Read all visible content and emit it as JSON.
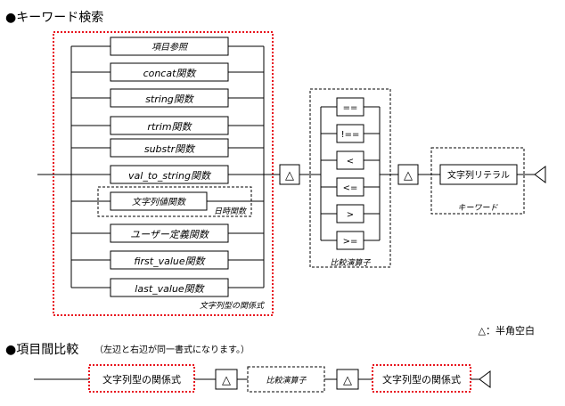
{
  "sections": {
    "keyword_title": "●キーワード検索",
    "compare_title": "●項目間比較",
    "compare_note": "（左辺と右辺が同一書式になります。）"
  },
  "functions": [
    "項目参照",
    "concat関数",
    "string関数",
    "rtrim関数",
    "substr関数",
    "val_to_string関数",
    "文字列値関数",
    "ユーザー定義関数",
    "first_value関数",
    "last_value関数"
  ],
  "datetime_group_label": "日時関数",
  "string_expression_label": "文字列型の関係式",
  "space_symbol": "△",
  "operators": [
    "==",
    "!==",
    "<",
    "<=",
    ">",
    ">="
  ],
  "operators_label": "比較演算子",
  "literal_label": "文字列リテラル",
  "keyword_label": "キーワード",
  "legend": "△：半角空白",
  "compare": {
    "left": "文字列型の関係式",
    "middle": "比較演算子",
    "right": "文字列型の関係式"
  }
}
